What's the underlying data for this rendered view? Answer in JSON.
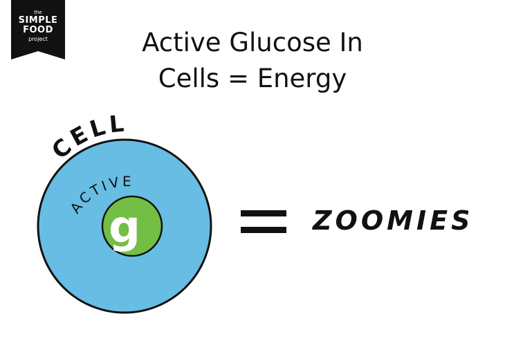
{
  "logo": {
    "line_small": "the",
    "line_1": "SIMPLE",
    "line_2": "FOOD",
    "line_3": "project",
    "background_color": "#111111"
  },
  "title": {
    "line_1": "Active Glucose In",
    "line_2": "Cells = Energy"
  },
  "diagram": {
    "cell_label": "CELL",
    "cell_color": "#67bde3",
    "glucose_label": "ACTIVE",
    "glucose_letter": "g",
    "glucose_color": "#73bf45",
    "equals_symbol": "=",
    "result_label": "ZOOMIES"
  }
}
